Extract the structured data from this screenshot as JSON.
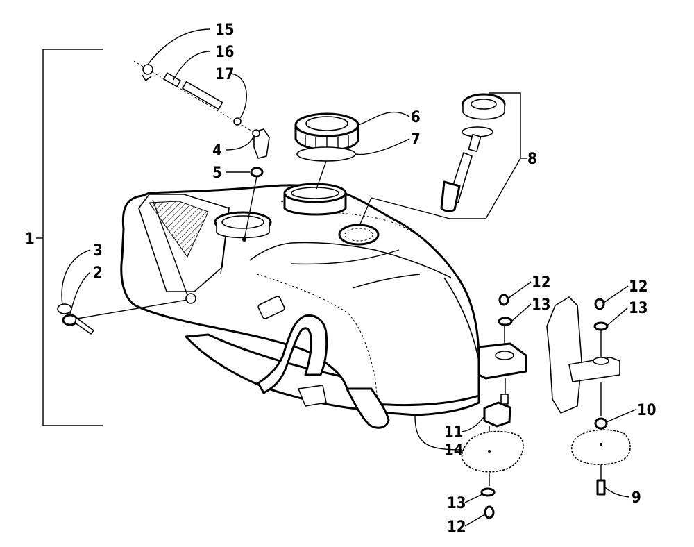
{
  "callouts": {
    "c1": "1",
    "c2": "2",
    "c3": "3",
    "c4": "4",
    "c5": "5",
    "c6": "6",
    "c7": "7",
    "c8": "8",
    "c9": "9",
    "c10": "10",
    "c11": "11",
    "c12a": "12",
    "c12b": "12",
    "c12c": "12",
    "c13a": "13",
    "c13b": "13",
    "c13c": "13",
    "c14": "14",
    "c15": "15",
    "c16": "16",
    "c17": "17"
  }
}
